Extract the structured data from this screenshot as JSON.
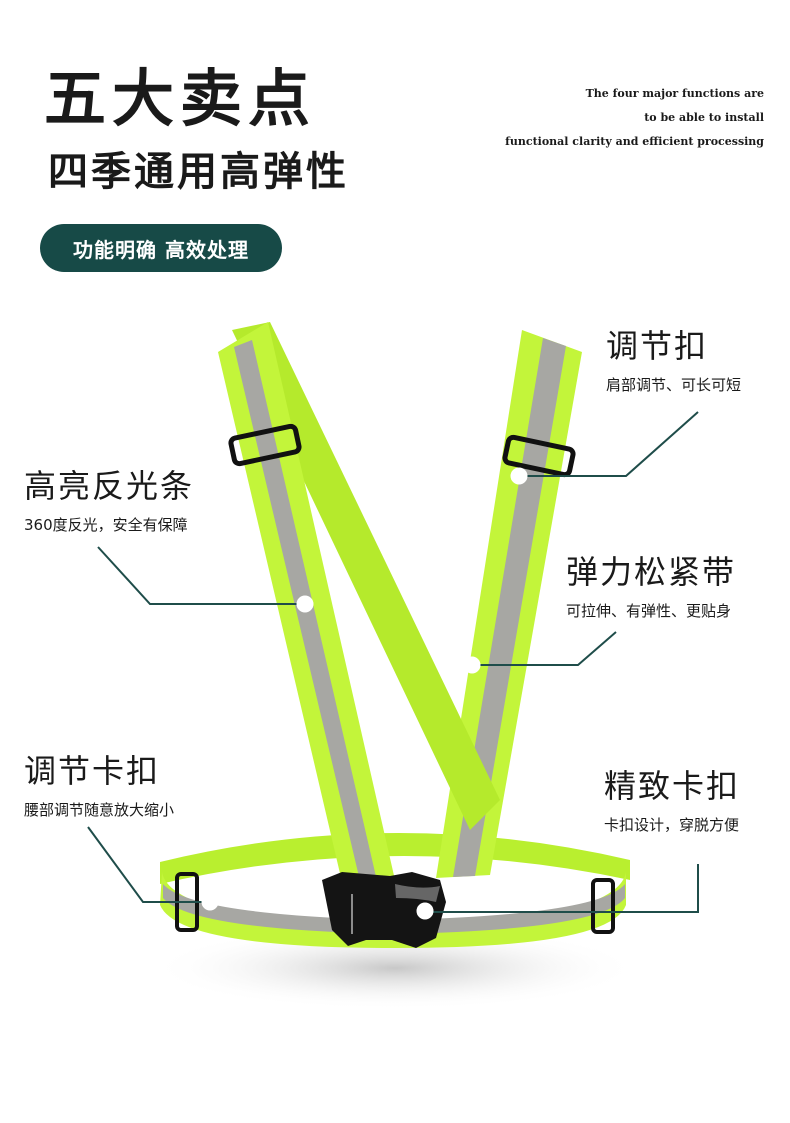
{
  "header": {
    "title": "五大卖点",
    "subtitle": "四季通用高弹性",
    "english_lines": [
      "The four major functions are",
      "to be able to install",
      "functional clarity and efficient processing"
    ],
    "badge": "功能明确 高效处理"
  },
  "features": {
    "reflective": {
      "title": "高亮反光条",
      "desc": "360度反光，安全有保障"
    },
    "shoulder_buckle": {
      "title": "调节扣",
      "desc": "肩部调节、可长可短"
    },
    "elastic": {
      "title": "弹力松紧带",
      "desc": "可拉伸、有弹性、更贴身"
    },
    "waist_buckle": {
      "title": "调节卡扣",
      "desc": "腰部调节随意放大缩小"
    },
    "front_buckle": {
      "title": "精致卡扣",
      "desc": "卡扣设计，穿脱方便"
    }
  },
  "colors": {
    "vest_green": "#c3f53a",
    "vest_green_edge": "#a8dc1e",
    "reflective_strip": "#a7a7a3",
    "badge_bg": "#174a47",
    "callout_line": "#1f4d4a"
  }
}
